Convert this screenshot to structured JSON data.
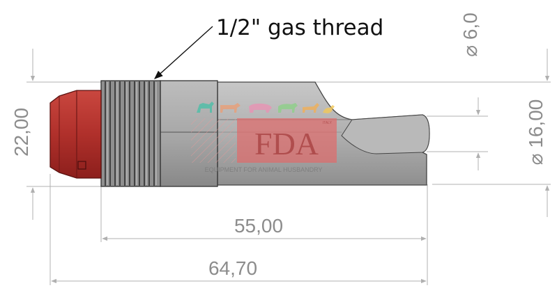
{
  "callout": {
    "label": "1/2\" gas thread"
  },
  "dimensions": {
    "height_left": "22,00",
    "length_55": "55,00",
    "length_total": "64,70",
    "dia_small": "⌀ 6,0",
    "dia_large": "⌀ 16,00"
  },
  "logo": {
    "brand": "FDA",
    "tagline": "EQUIPMENT FOR ANIMAL HUSBANDRY",
    "small_mark": "ITALY"
  },
  "colors": {
    "cap_red": "#b8322e",
    "cap_red_dark": "#8c1f1c",
    "thread_gray": "#8a8a8a",
    "body_gray": "#a9a9a9",
    "body_gray_light": "#c4c4c4",
    "dim_line": "#b0b0b0",
    "logo_red": "#e06a6a"
  }
}
